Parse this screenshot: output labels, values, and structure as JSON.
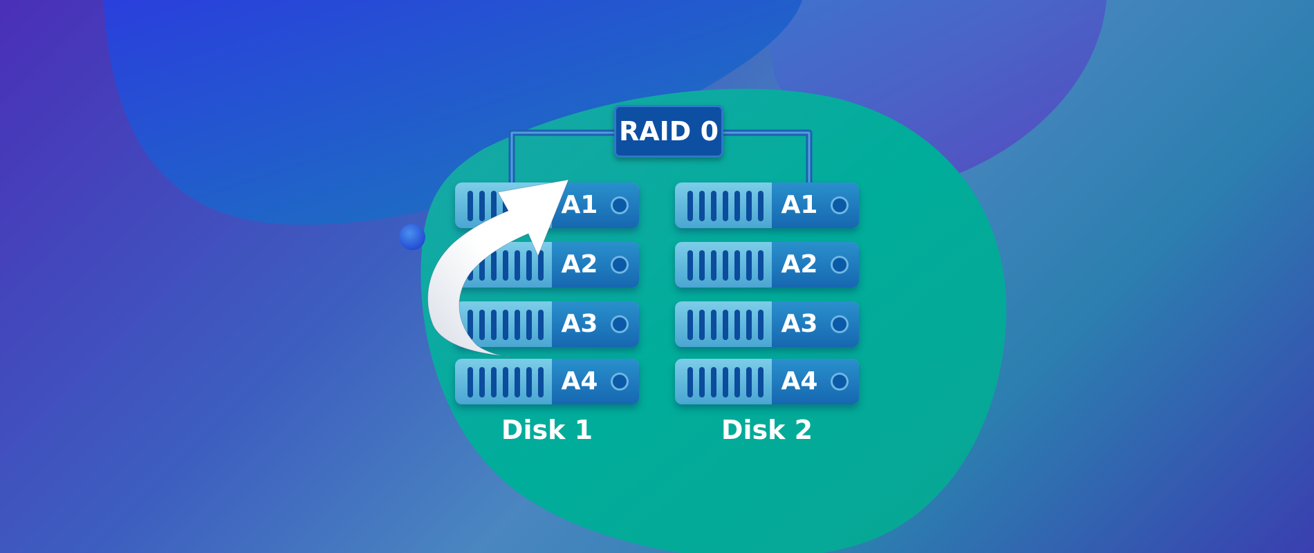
{
  "title": "RAID 0",
  "disks": [
    {
      "caption": "Disk 1",
      "blocks": [
        "A1",
        "A2",
        "A3",
        "A4"
      ]
    },
    {
      "caption": "Disk 2",
      "blocks": [
        "A1",
        "A2",
        "A3",
        "A4"
      ]
    }
  ],
  "colors": {
    "disk_light": "#7ccde8",
    "disk_dark": "#1667b0",
    "vent": "#0b4c9c",
    "raid_box": "#0d4fa3",
    "connector": "#1f5fb0",
    "blob_blue": "#2a45d8",
    "blob_teal": "#00ad9a",
    "arrow": "#ffffff"
  },
  "icons": [
    "curved-arrow-icon"
  ]
}
